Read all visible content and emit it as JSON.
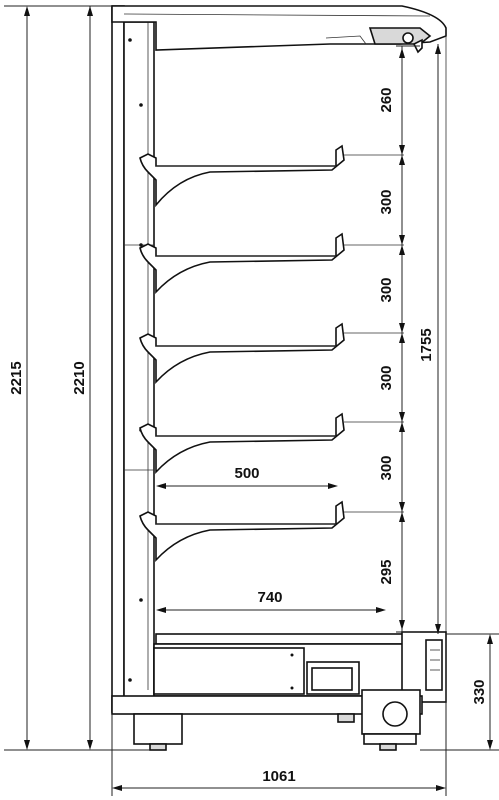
{
  "dimensions": {
    "total_height": "2215",
    "cabinet_height": "2210",
    "shelf_zone_height": "1755",
    "gap_top": "260",
    "gap_1": "300",
    "gap_2": "300",
    "gap_3": "300",
    "gap_4": "300",
    "gap_bottom": "295",
    "shelf_depth": "500",
    "base_deck_depth": "740",
    "base_height": "330",
    "total_depth": "1061"
  },
  "colors": {
    "line": "#111111",
    "fill": "#ffffff"
  }
}
